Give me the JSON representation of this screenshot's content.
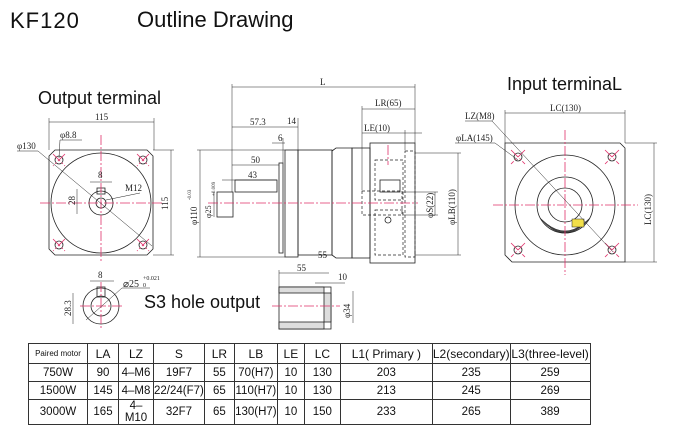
{
  "title": {
    "model": "KF120",
    "heading": "Outline Drawing"
  },
  "views": {
    "output": "Output terminal",
    "input": "Input terminaL",
    "s3": "S3 hole output"
  },
  "output_dims": {
    "width": "115",
    "bolt": "φ8.8",
    "pcd": "φ130",
    "thread": "M12",
    "key": "8",
    "depth": "28",
    "height": "115"
  },
  "s3_dims": {
    "key": "8",
    "bore": "⌀25",
    "tol_up": "+0.021",
    "tol_lo": "0",
    "depth": "28.3",
    "len": "55",
    "step": "10",
    "dia": "φ34"
  },
  "side_dims": {
    "L": "L",
    "LR": "LR(65)",
    "LE": "LE(10)",
    "d573": "57.3",
    "d14": "14",
    "d6": "6",
    "d50": "50",
    "d43": "43",
    "d110": "φ110",
    "d110tol": "-0.03",
    "d25": "φ25",
    "d25tol": "+0.009",
    "dS": "φS(22)",
    "dLB": "φLB(110)",
    "d55": "55"
  },
  "input_dims": {
    "LCtop": "LC(130)",
    "LCside": "LC(130)",
    "LZ": "LZ(M8)",
    "LA": "φLA(145)"
  },
  "table": {
    "headers": [
      "Paired motor",
      "LA",
      "LZ",
      "S",
      "LR",
      "LB",
      "LE",
      "LC",
      "L1( Primary )",
      "L2(secondary)",
      "L3(three-level)"
    ],
    "rows": [
      [
        "750W",
        "90",
        "4–M6",
        "19F7",
        "55",
        "70(H7)",
        "10",
        "130",
        "203",
        "235",
        "259"
      ],
      [
        "1500W",
        "145",
        "4–M8",
        "22/24(F7)",
        "65",
        "110(H7)",
        "10",
        "130",
        "213",
        "245",
        "269"
      ],
      [
        "3000W",
        "165",
        "4–M10",
        "32F7",
        "65",
        "130(H7)",
        "10",
        "150",
        "233",
        "265",
        "389"
      ]
    ]
  }
}
